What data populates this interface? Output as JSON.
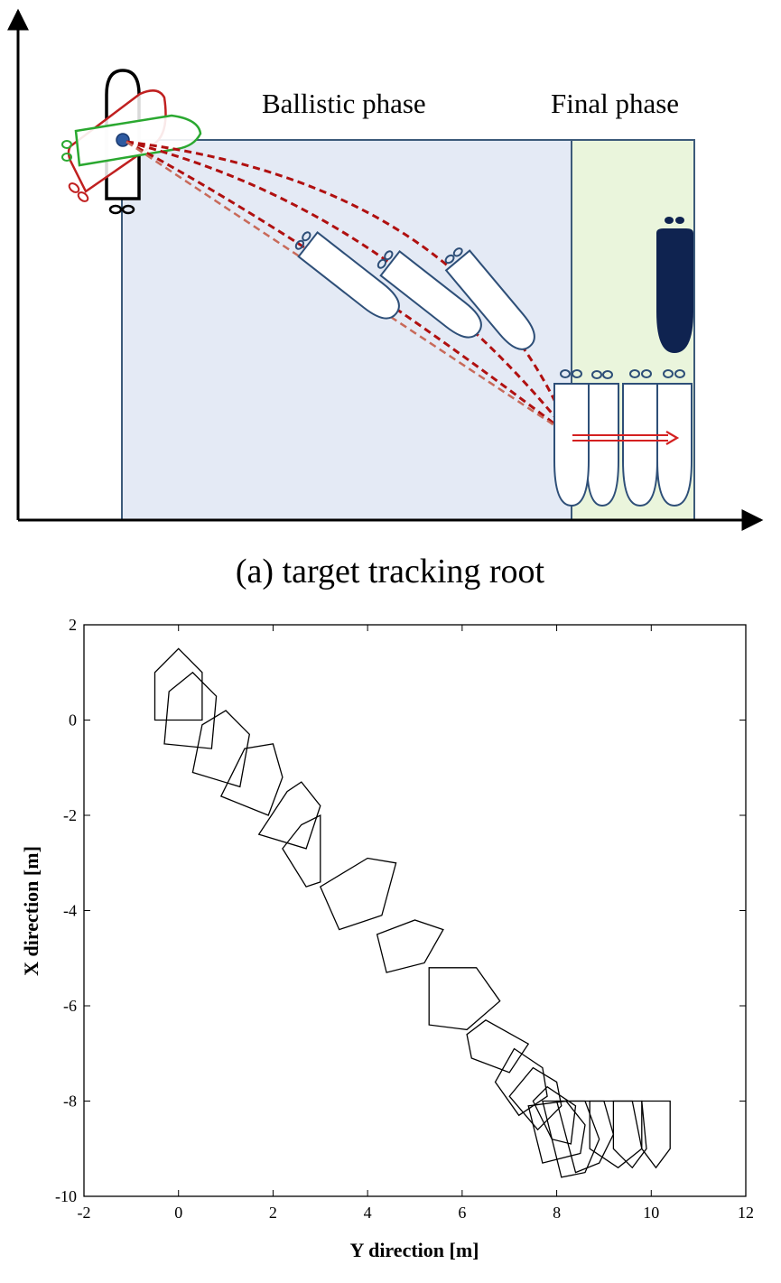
{
  "top_diagram": {
    "ballistic_label": "Ballistic phase",
    "final_label": "Final phase",
    "caption": "(a) target tracking root",
    "colors": {
      "ballistic_region": "#e4eaf5",
      "final_region": "#eaf5dc",
      "region_border": "#3c5a7a",
      "trajectory": "#b01010",
      "trajectory_light": "#c86a5a",
      "vessel_outline": "#2e4f78",
      "dark_vessel": "#0f2350",
      "green_vessel": "#2aa830",
      "red_vessel": "#c02020",
      "start_dot": "#2e5aa0"
    }
  },
  "chart_data": {
    "type": "line",
    "xlabel": "Y direction [m]",
    "ylabel": "X direction [m]",
    "xlim": [
      -2,
      12
    ],
    "ylim": [
      -10,
      2
    ],
    "xticks": [
      -2,
      0,
      2,
      4,
      6,
      8,
      10,
      12
    ],
    "yticks": [
      2,
      0,
      -2,
      -4,
      -6,
      -8,
      -10
    ],
    "grid": false,
    "pentagons": [
      [
        [
          -0.5,
          0.0
        ],
        [
          0.5,
          0.0
        ],
        [
          0.5,
          1.0
        ],
        [
          0.0,
          1.5
        ],
        [
          -0.5,
          1.0
        ]
      ],
      [
        [
          -0.3,
          -0.5
        ],
        [
          0.7,
          -0.6
        ],
        [
          0.8,
          0.5
        ],
        [
          0.3,
          1.0
        ],
        [
          -0.2,
          0.6
        ]
      ],
      [
        [
          0.3,
          -1.1
        ],
        [
          1.3,
          -1.4
        ],
        [
          1.5,
          -0.3
        ],
        [
          1.0,
          0.2
        ],
        [
          0.5,
          -0.1
        ]
      ],
      [
        [
          0.9,
          -1.6
        ],
        [
          1.9,
          -2.0
        ],
        [
          2.2,
          -1.2
        ],
        [
          2.0,
          -0.5
        ],
        [
          1.4,
          -0.6
        ]
      ],
      [
        [
          1.7,
          -2.4
        ],
        [
          2.7,
          -2.7
        ],
        [
          3.0,
          -1.8
        ],
        [
          2.6,
          -1.3
        ],
        [
          2.3,
          -1.5
        ]
      ],
      [
        [
          2.2,
          -2.7
        ],
        [
          2.7,
          -3.5
        ],
        [
          3.0,
          -3.4
        ],
        [
          3.0,
          -2.0
        ],
        [
          2.6,
          -2.2
        ]
      ],
      [
        [
          3.0,
          -3.5
        ],
        [
          3.4,
          -4.4
        ],
        [
          4.3,
          -4.1
        ],
        [
          4.6,
          -3.0
        ],
        [
          4.0,
          -2.9
        ]
      ],
      [
        [
          4.2,
          -4.5
        ],
        [
          4.4,
          -5.3
        ],
        [
          5.2,
          -5.1
        ],
        [
          5.6,
          -4.4
        ],
        [
          5.0,
          -4.2
        ]
      ],
      [
        [
          5.3,
          -5.2
        ],
        [
          5.3,
          -6.4
        ],
        [
          6.1,
          -6.5
        ],
        [
          6.8,
          -5.9
        ],
        [
          6.3,
          -5.2
        ]
      ],
      [
        [
          6.1,
          -6.6
        ],
        [
          6.2,
          -7.1
        ],
        [
          7.0,
          -7.4
        ],
        [
          7.4,
          -6.8
        ],
        [
          6.5,
          -6.3
        ]
      ],
      [
        [
          6.7,
          -7.6
        ],
        [
          7.2,
          -8.3
        ],
        [
          7.8,
          -7.9
        ],
        [
          7.7,
          -7.3
        ],
        [
          7.1,
          -6.9
        ]
      ],
      [
        [
          7.0,
          -7.9
        ],
        [
          7.6,
          -8.6
        ],
        [
          8.1,
          -8.1
        ],
        [
          8.0,
          -7.6
        ],
        [
          7.5,
          -7.3
        ]
      ],
      [
        [
          7.5,
          -8.0
        ],
        [
          7.9,
          -8.8
        ],
        [
          8.3,
          -8.9
        ],
        [
          8.4,
          -8.1
        ],
        [
          7.8,
          -7.7
        ]
      ],
      [
        [
          7.4,
          -8.1
        ],
        [
          7.7,
          -9.3
        ],
        [
          8.5,
          -9.1
        ],
        [
          8.6,
          -8.5
        ],
        [
          8.2,
          -8.0
        ]
      ],
      [
        [
          7.7,
          -8.0
        ],
        [
          8.1,
          -9.6
        ],
        [
          8.6,
          -9.5
        ],
        [
          8.9,
          -8.8
        ],
        [
          8.6,
          -8.0
        ]
      ],
      [
        [
          8.0,
          -8.0
        ],
        [
          8.4,
          -9.5
        ],
        [
          8.9,
          -9.3
        ],
        [
          9.2,
          -8.7
        ],
        [
          9.0,
          -8.0
        ]
      ],
      [
        [
          8.7,
          -8.0
        ],
        [
          8.7,
          -9.0
        ],
        [
          9.3,
          -9.4
        ],
        [
          9.8,
          -9.0
        ],
        [
          9.6,
          -8.0
        ]
      ],
      [
        [
          9.2,
          -8.0
        ],
        [
          9.2,
          -9.0
        ],
        [
          9.6,
          -9.4
        ],
        [
          9.9,
          -9.0
        ],
        [
          9.8,
          -8.0
        ]
      ],
      [
        [
          9.8,
          -8.0
        ],
        [
          9.8,
          -9.0
        ],
        [
          10.1,
          -9.4
        ],
        [
          10.4,
          -9.0
        ],
        [
          10.4,
          -8.0
        ]
      ]
    ]
  }
}
